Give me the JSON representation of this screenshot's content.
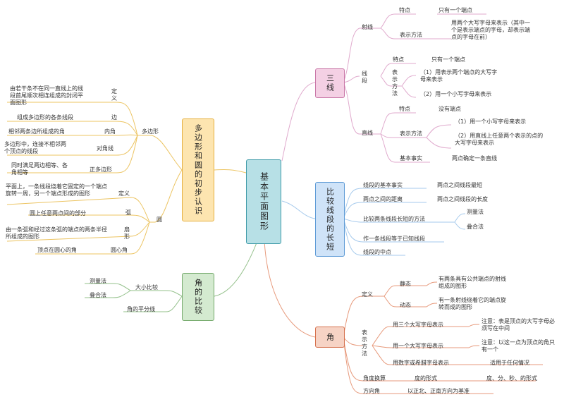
{
  "colors": {
    "center": "#b7e0e6",
    "center_border": "#3e9aa8",
    "sanxian": "#f4d0e4",
    "sanxian_border": "#c977a8",
    "bijiao": "#cfe3f8",
    "bijiao_border": "#5e9bd6",
    "jiao": "#f6d3c5",
    "jiao_border": "#d5704d",
    "duobian": "#fde5b0",
    "duobian_border": "#e6b040",
    "jiaobijiao": "#d4ead0",
    "jiaobijiao_border": "#75aa6c",
    "line_pink": "#e0aacd",
    "line_blue": "#a6caec",
    "line_orange": "#e79a7c",
    "line_yellow": "#ecc462",
    "line_green": "#93c08a"
  },
  "center": "基本平面图形",
  "branches": {
    "sanxian": {
      "title": "三线",
      "ray": {
        "label": "射线",
        "feature_label": "特点",
        "feature": "只有一个端点",
        "notation_label": "表示方法",
        "notation": "用两个大写字母来表示（其中一个是表示端点的字母，却表示端点的字母在前）"
      },
      "segment": {
        "label": "线段",
        "feature_label": "特点",
        "feature": "只有一个端点",
        "notation_label": "表示方法",
        "method1": "（1）用表示两个端点的大写字母来表示",
        "method2": "（2）用一个小写字母来表示"
      },
      "line": {
        "label": "直线",
        "feature_label": "特点",
        "feature": "没有端点",
        "notation_label": "表示方法",
        "method1": "（1）用一个小写字母来表示",
        "method2": "（2）用直线上任意两个表示的点的大写字母来表示",
        "fact_label": "基本事实",
        "fact": "两点确定一条直线"
      }
    },
    "bijiao": {
      "title": "比较线段的长短",
      "fact_label": "线段的基本事实",
      "fact": "两点之间线段最短",
      "distance_label": "两点之间的距离",
      "distance": "两点之间线段的长度",
      "method_label": "比较两条线段长短的方法",
      "method1": "测量法",
      "method2": "叠合法",
      "construct": "作一条线段等于已知线段",
      "midpoint": "线段的中点"
    },
    "jiao": {
      "title": "角",
      "definition_label": "定义",
      "static_label": "静态",
      "static_text": "有两条具有公共端点的射线组成的图形",
      "dynamic_label": "动态",
      "dynamic_text": "有一条射线绕着它的端点旋转而成的图形",
      "notation_label": "表示方法",
      "n1": "用三个大写字母表示",
      "n1_note": "注意：表是顶点的大写字母必须写在中间",
      "n2": "用一个大写字母表示",
      "n2_note": "注意：以这一点为顶点的角只有一个",
      "n3": "用数字或希腊字母表示",
      "n3_note": "适用于任何情况",
      "conversion_label": "角度换算",
      "conversion_form": "度的形式",
      "conversion_units": "度、分、秒、的形式",
      "direction_label": "方向角",
      "direction": "以正北、正南方向为基准"
    },
    "duobian": {
      "title": "多边形和圆的初步认识",
      "polygon": {
        "label": "多边形",
        "def_label": "定义",
        "def": "由若干条不在同一直线上的线段首尾顺次相连组成的封闭平面图形",
        "side_label": "边",
        "side": "组成多边形的各条线段",
        "angle_label": "内角",
        "angle": "相邻两条边所组成的角",
        "diag_label": "对角线",
        "diag": "多边形中，连接不相邻两个顶点的线段",
        "regular_label": "正多边形",
        "regular": "同时满足两边相等、各角相等"
      },
      "circle": {
        "label": "圆",
        "def_label": "定义",
        "def": "平面上，一条线段绕着它固定的一个端点旋转一周，另一个端点形成的图形",
        "arc_label": "弧",
        "arc": "圆上任意两点间的部分",
        "sector_label": "扇形",
        "sector": "由一条弧和经过这条弧的端点的两条半径所组成的图形",
        "central_label": "圆心角",
        "central": "顶点在圆心的角"
      }
    },
    "jiaobijiao": {
      "title": "角的比较",
      "size_label": "大小比较",
      "m1": "测量法",
      "m2": "叠合法",
      "bisector": "角的平分线"
    }
  }
}
